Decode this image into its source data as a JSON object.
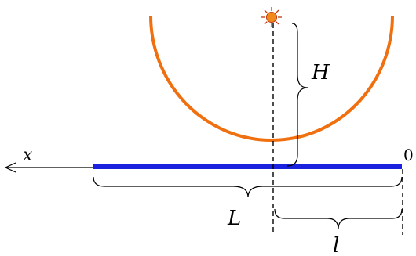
{
  "labels": {
    "axis_x": "x",
    "origin": "0",
    "height": "H",
    "length_total": "L",
    "length_part": "l"
  },
  "colors": {
    "arc": "#f07010",
    "rod": "#1a22e0",
    "ink": "#000000",
    "sun_fill": "#f08a1c",
    "sun_stroke": "#c0390e"
  },
  "icons": {
    "light_source": "sun-icon"
  }
}
